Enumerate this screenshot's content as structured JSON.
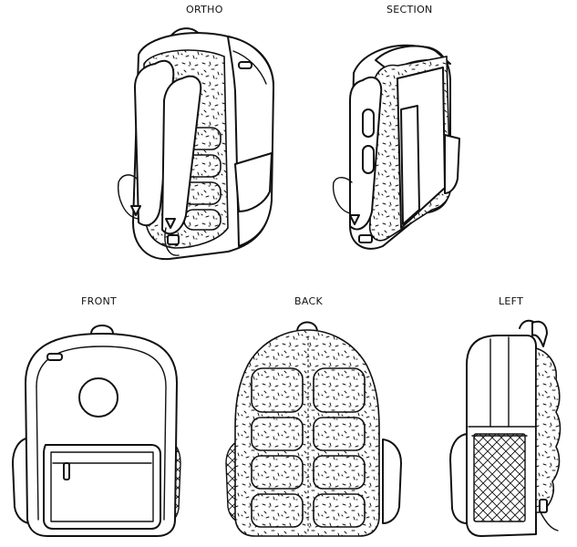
{
  "views": [
    {
      "id": "ortho",
      "label": "ORTHO"
    },
    {
      "id": "section",
      "label": "SECTION"
    },
    {
      "id": "front",
      "label": "FRONT"
    },
    {
      "id": "back",
      "label": "BACK"
    },
    {
      "id": "left",
      "label": "LEFT"
    }
  ],
  "colors": {
    "ink": "#111111",
    "paper": "#ffffff"
  }
}
